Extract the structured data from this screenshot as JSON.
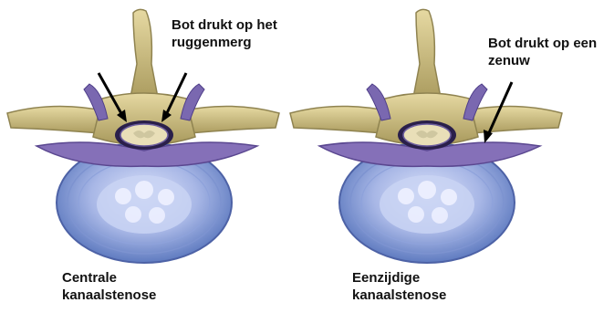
{
  "colors": {
    "bone": "#cdbf84",
    "bone_shadow": "#8f8350",
    "ligament": "#7a68b0",
    "disc_ring": "#6e86c4",
    "disc_core": "#b9c4ea",
    "cord": "#e9dfb8",
    "canal": "#2a1f4a"
  },
  "panels": [
    {
      "annotation_lines": [
        "Bot drukt op het",
        "ruggenmerg"
      ],
      "caption_lines": [
        "Centrale",
        "kanaalstenose"
      ]
    },
    {
      "annotation_lines": [
        "Bot drukt op een",
        "zenuw"
      ],
      "caption_lines": [
        "Eenzijdige",
        "kanaalstenose"
      ]
    }
  ]
}
